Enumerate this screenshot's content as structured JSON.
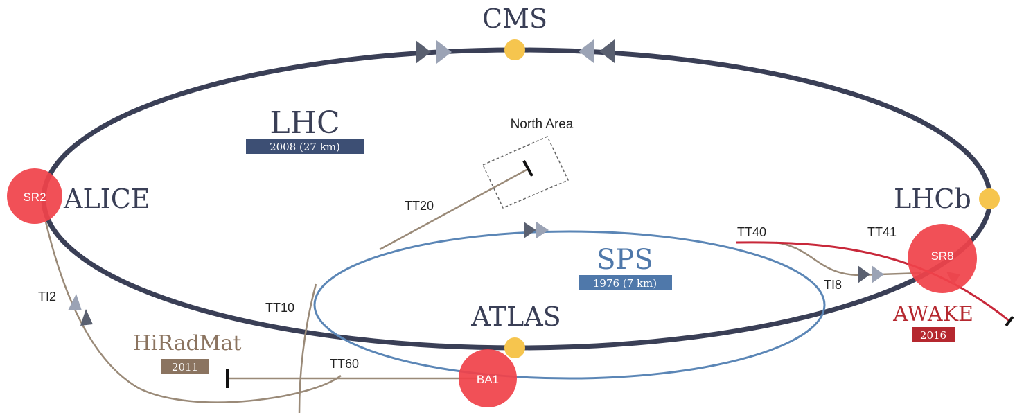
{
  "colors": {
    "lhc_ring": "#3a3f56",
    "sps_ring": "#5b86b6",
    "transfer_line": "#9a8a78",
    "awake_line": "#c8283a",
    "lhc_badge": "#3d4f74",
    "sps_badge": "#4f78aa",
    "hiradmat_badge": "#8b7460",
    "awake_badge": "#b5282f",
    "experiment_dot": "#f6c54e",
    "site_marker": "#f0434a",
    "arrow_dark": "#5a6070",
    "arrow_light": "#9ba3b5"
  },
  "lhc": {
    "name": "LHC",
    "badge": "2008 (27 km)"
  },
  "sps": {
    "name": "SPS",
    "badge": "1976 (7 km)"
  },
  "experiments": {
    "cms": "CMS",
    "alice": "ALICE",
    "lhcb": "LHCb",
    "atlas": "ATLAS"
  },
  "areas": {
    "north_area": "North Area",
    "hiradmat": {
      "name": "HiRadMat",
      "badge": "2011"
    },
    "awake": {
      "name": "AWAKE",
      "badge": "2016"
    }
  },
  "transfer_lines": {
    "tt20": "TT20",
    "tt10": "TT10",
    "tt60": "TT60",
    "tt40": "TT40",
    "tt41": "TT41",
    "ti2": "TI2",
    "ti8": "TI8"
  },
  "site_markers": {
    "sr2": "SR2",
    "sr8": "SR8",
    "ba1": "BA1"
  }
}
